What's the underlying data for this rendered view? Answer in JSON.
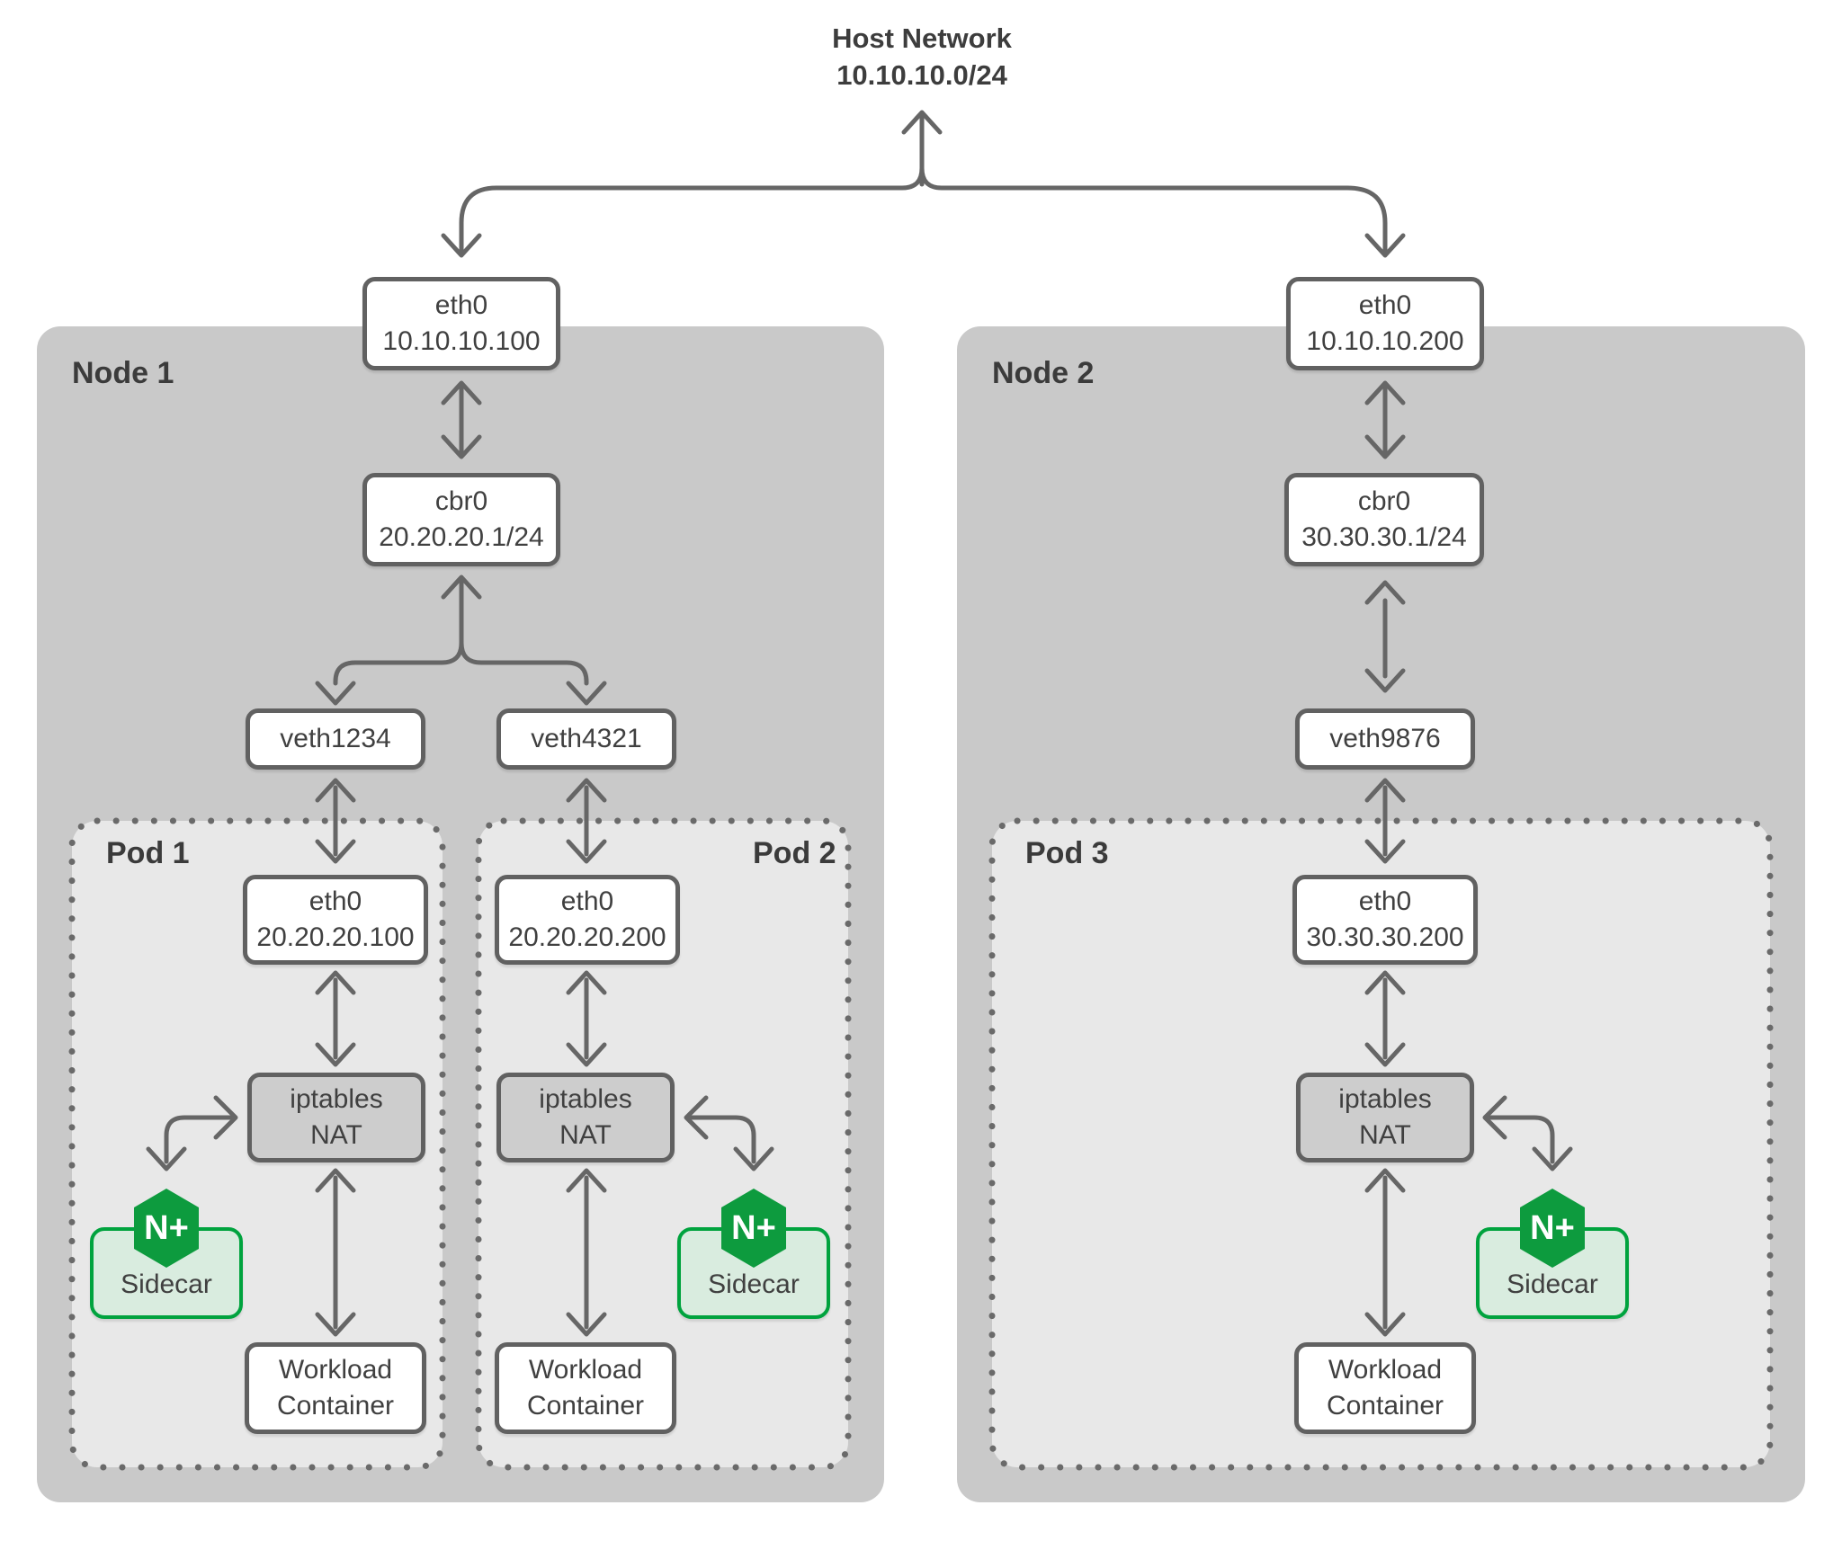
{
  "title": {
    "line1": "Host Network",
    "line2": "10.10.10.0/24"
  },
  "nodes": [
    {
      "label": "Node 1",
      "eth0": {
        "name": "eth0",
        "ip": "10.10.10.100"
      },
      "cbr0": {
        "name": "cbr0",
        "ip": "20.20.20.1/24"
      },
      "veths": [
        "veth1234",
        "veth4321"
      ],
      "pods": [
        {
          "label": "Pod 1",
          "eth0": {
            "name": "eth0",
            "ip": "20.20.20.100"
          },
          "nat": {
            "line1": "iptables",
            "line2": "NAT"
          },
          "sidecar": {
            "label": "Sidecar",
            "badge": "N+"
          },
          "workload": {
            "line1": "Workload",
            "line2": "Container"
          }
        },
        {
          "label": "Pod 2",
          "eth0": {
            "name": "eth0",
            "ip": "20.20.20.200"
          },
          "nat": {
            "line1": "iptables",
            "line2": "NAT"
          },
          "sidecar": {
            "label": "Sidecar",
            "badge": "N+"
          },
          "workload": {
            "line1": "Workload",
            "line2": "Container"
          }
        }
      ]
    },
    {
      "label": "Node 2",
      "eth0": {
        "name": "eth0",
        "ip": "10.10.10.200"
      },
      "cbr0": {
        "name": "cbr0",
        "ip": "30.30.30.1/24"
      },
      "veths": [
        "veth9876"
      ],
      "pods": [
        {
          "label": "Pod 3",
          "eth0": {
            "name": "eth0",
            "ip": "30.30.30.200"
          },
          "nat": {
            "line1": "iptables",
            "line2": "NAT"
          },
          "sidecar": {
            "label": "Sidecar",
            "badge": "N+"
          },
          "workload": {
            "line1": "Workload",
            "line2": "Container"
          }
        }
      ]
    }
  ],
  "colors": {
    "node_background": "#c9c9c9",
    "pod_background": "#e8e8e8",
    "box_border": "#616161",
    "nat_background": "#cdcdcd",
    "arrow": "#666666",
    "text": "#3d3d3d",
    "nginx_green": "#0d9b3e",
    "sidecar_background": "#d9ecdf",
    "sidecar_border": "#00a33e"
  }
}
